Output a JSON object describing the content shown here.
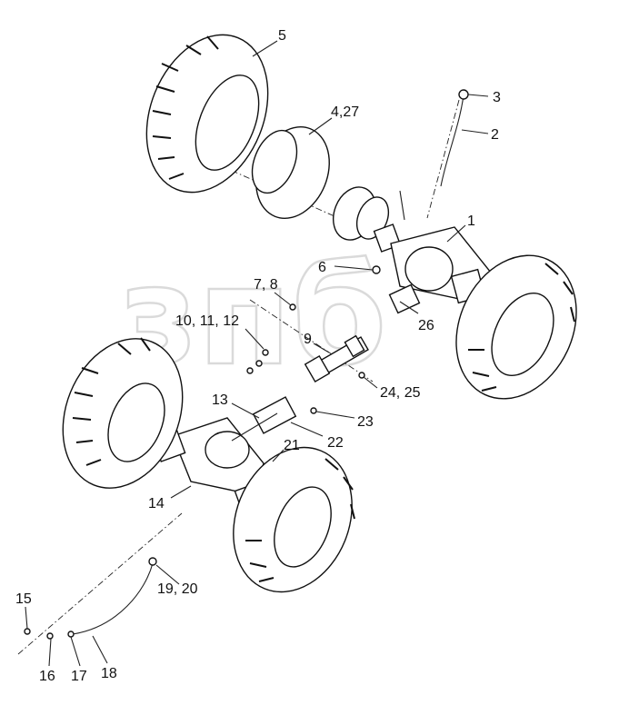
{
  "watermark": "зпб",
  "callouts": [
    {
      "id": "c5",
      "text": "5"
    },
    {
      "id": "c3",
      "text": "3"
    },
    {
      "id": "c4_27",
      "text": "4,27"
    },
    {
      "id": "c2",
      "text": "2"
    },
    {
      "id": "c1",
      "text": "1"
    },
    {
      "id": "c6",
      "text": "6"
    },
    {
      "id": "c7_8",
      "text": "7, 8"
    },
    {
      "id": "c10_11_12",
      "text": "10, 11, 12"
    },
    {
      "id": "c26",
      "text": "26"
    },
    {
      "id": "c9",
      "text": "9"
    },
    {
      "id": "c24_25",
      "text": "24, 25"
    },
    {
      "id": "c13",
      "text": "13"
    },
    {
      "id": "c23",
      "text": "23"
    },
    {
      "id": "c22",
      "text": "22"
    },
    {
      "id": "c21",
      "text": "21"
    },
    {
      "id": "c14",
      "text": "14"
    },
    {
      "id": "c19_20",
      "text": "19, 20"
    },
    {
      "id": "c15",
      "text": "15"
    },
    {
      "id": "c16",
      "text": "16"
    },
    {
      "id": "c17",
      "text": "17"
    },
    {
      "id": "c18",
      "text": "18"
    }
  ]
}
